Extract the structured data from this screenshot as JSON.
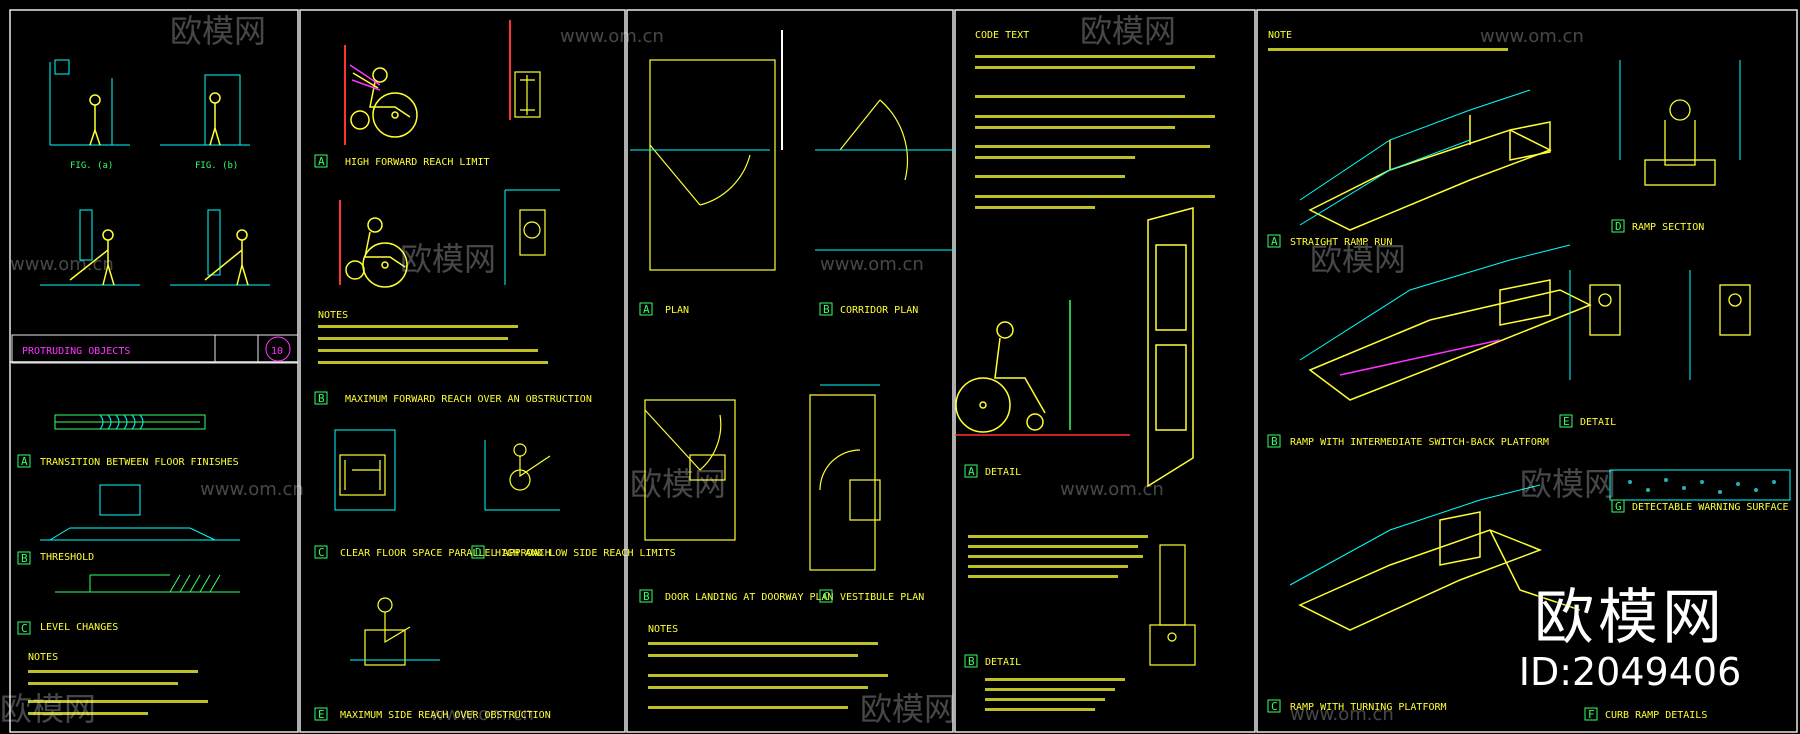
{
  "watermark": {
    "brand": "欧模网",
    "site": "www.om.cn",
    "id": "ID:2049406"
  },
  "panel1": {
    "fig_a": "FIG. (a)",
    "fig_b": "FIG. (b)",
    "title_block": "PROTRUDING OBJECTS",
    "sheet_no": "10",
    "detail_a": "TRANSITION BETWEEN FLOOR FINISHES",
    "detail_b": "THRESHOLD",
    "detail_c": "LEVEL CHANGES",
    "notes_head": "NOTES"
  },
  "panel2": {
    "detail_a": "HIGH FORWARD REACH LIMIT",
    "detail_b": "MAXIMUM FORWARD REACH OVER AN OBSTRUCTION",
    "detail_c": "CLEAR FLOOR SPACE PARALLEL APPROACH",
    "detail_d": "HIGH AND LOW SIDE REACH LIMITS",
    "detail_e": "MAXIMUM SIDE REACH OVER OBSTRUCTION",
    "notes_head": "NOTES"
  },
  "panel3": {
    "detail_a": "PLAN",
    "detail_b1": "CORRIDOR PLAN",
    "detail_b2": "DOOR LANDING AT DOORWAY PLAN",
    "detail_c": "VESTIBULE PLAN",
    "notes_head": "NOTES"
  },
  "panel4": {
    "code_head": "CODE TEXT",
    "detail_a": "DETAIL",
    "detail_b": "DETAIL"
  },
  "panel5": {
    "note_head": "NOTE",
    "detail_a": "STRAIGHT RAMP RUN",
    "detail_b": "RAMP WITH INTERMEDIATE SWITCH-BACK PLATFORM",
    "detail_c": "RAMP WITH TURNING PLATFORM",
    "detail_d": "RAMP SECTION",
    "detail_e": "DETAIL",
    "detail_f": "CURB RAMP DETAILS",
    "detail_g": "DETECTABLE WARNING SURFACE"
  },
  "colors": {
    "yellow": "#ffff33",
    "cyan": "#00ffff",
    "green": "#33ff66",
    "magenta": "#ff33ff",
    "frame": "#e8e8e8"
  }
}
